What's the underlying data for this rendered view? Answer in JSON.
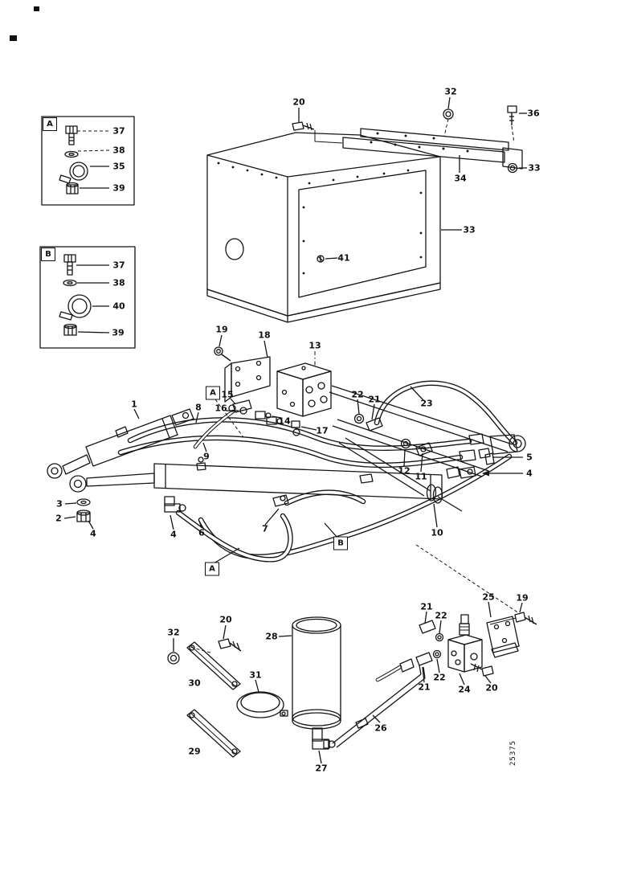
{
  "figure": {
    "drawing_number": "25375"
  },
  "detail_boxes": {
    "a_letter": "A",
    "b_letter": "B"
  },
  "section_markers": {
    "a_mid": "A",
    "a_lower": "A",
    "b_mid": "B"
  },
  "callouts": {
    "a37": "37",
    "a38": "38",
    "a35": "35",
    "a39": "39",
    "b37": "37",
    "b38": "38",
    "b40": "40",
    "b39": "39",
    "t20": "20",
    "t32": "32",
    "t36": "36",
    "t33": "33",
    "t34": "34",
    "t33cab": "33",
    "t41": "41",
    "m19": "19",
    "m18": "18",
    "m13": "13",
    "m15": "15",
    "m16": "16",
    "m14": "14",
    "m17": "17",
    "m22": "22",
    "m21": "21",
    "m23": "23",
    "m12": "12",
    "m11": "11",
    "m10": "10",
    "m5": "5",
    "m4": "4",
    "m1": "1",
    "m8": "8",
    "m9": "9",
    "m3": "3",
    "m2": "2",
    "m4l": "4",
    "m4c": "4",
    "m6": "6",
    "m7": "7",
    "bl32": "32",
    "bl20": "20",
    "bl30": "30",
    "bl31": "31",
    "bl28": "28",
    "bl29": "29",
    "bl27": "27",
    "bl26": "26",
    "br21a": "21",
    "br22a": "22",
    "br25": "25",
    "br19": "19",
    "br21b": "21",
    "br22b": "22",
    "br24": "24",
    "br20b": "20"
  }
}
